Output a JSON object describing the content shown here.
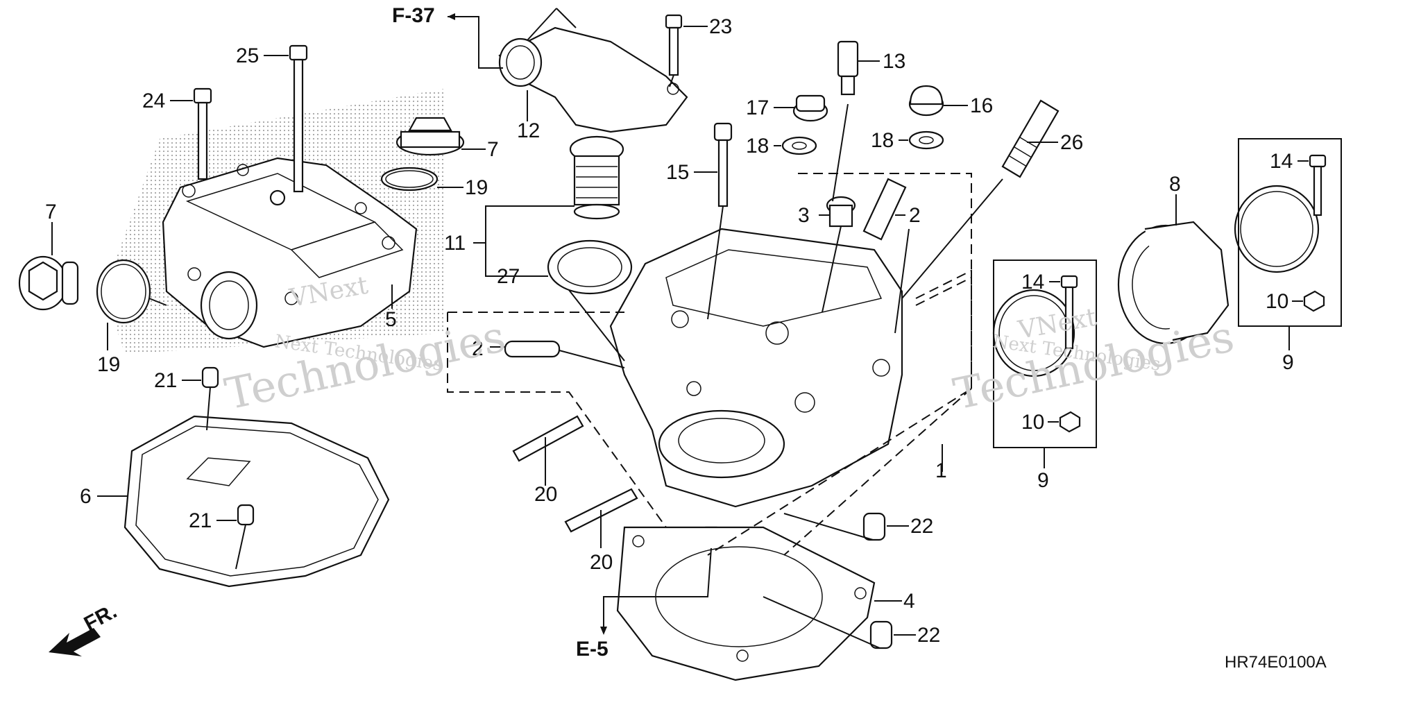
{
  "diagram": {
    "code": "HR74E0100A",
    "front_label": "FR.",
    "refs": {
      "top": "F-37",
      "bottom": "E-5"
    },
    "watermark": {
      "brand": "VNext",
      "line1": "Next Technologies",
      "line2": "Technologies"
    },
    "callouts": {
      "c1": "1",
      "c2a": "2",
      "c2b": "2",
      "c3": "3",
      "c4": "4",
      "c5": "5",
      "c6": "6",
      "c7a": "7",
      "c7b": "7",
      "c8": "8",
      "c9a": "9",
      "c9b": "9",
      "c10a": "10",
      "c10b": "10",
      "c11": "11",
      "c12": "12",
      "c13": "13",
      "c14a": "14",
      "c14b": "14",
      "c15": "15",
      "c16": "16",
      "c17": "17",
      "c18a": "18",
      "c18b": "18",
      "c19a": "19",
      "c19b": "19",
      "c20a": "20",
      "c20b": "20",
      "c21a": "21",
      "c21b": "21",
      "c22a": "22",
      "c22b": "22",
      "c23": "23",
      "c24": "24",
      "c25": "25",
      "c26": "26",
      "c27": "27"
    }
  }
}
